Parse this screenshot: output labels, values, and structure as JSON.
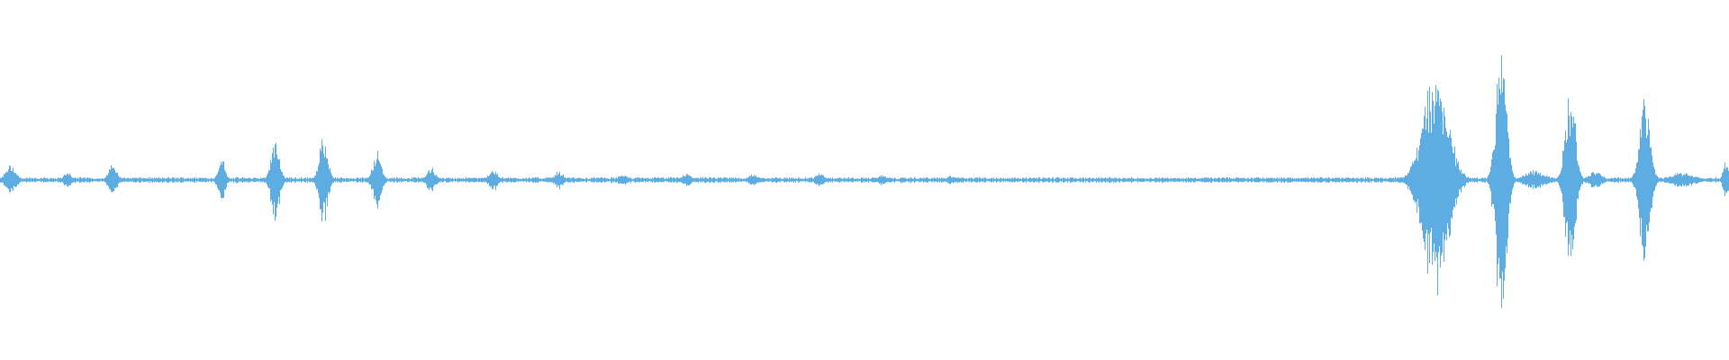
{
  "waveform": {
    "color": "#5dade2",
    "background": "#ffffff",
    "silence_level": 0.01,
    "bursts": [
      {
        "t": 0.0,
        "dur": 0.012,
        "amp": 0.08
      },
      {
        "t": 0.035,
        "dur": 0.008,
        "amp": 0.05
      },
      {
        "t": 0.06,
        "dur": 0.01,
        "amp": 0.08
      },
      {
        "t": 0.124,
        "dur": 0.008,
        "amp": 0.12
      },
      {
        "t": 0.154,
        "dur": 0.01,
        "amp": 0.22
      },
      {
        "t": 0.182,
        "dur": 0.01,
        "amp": 0.24
      },
      {
        "t": 0.213,
        "dur": 0.01,
        "amp": 0.15
      },
      {
        "t": 0.244,
        "dur": 0.01,
        "amp": 0.07
      },
      {
        "t": 0.28,
        "dur": 0.01,
        "amp": 0.06
      },
      {
        "t": 0.318,
        "dur": 0.01,
        "amp": 0.05
      },
      {
        "t": 0.355,
        "dur": 0.01,
        "amp": 0.035
      },
      {
        "t": 0.392,
        "dur": 0.01,
        "amp": 0.035
      },
      {
        "t": 0.43,
        "dur": 0.01,
        "amp": 0.035
      },
      {
        "t": 0.469,
        "dur": 0.01,
        "amp": 0.04
      },
      {
        "t": 0.506,
        "dur": 0.008,
        "amp": 0.03
      },
      {
        "t": 0.545,
        "dur": 0.01,
        "amp": 0.025
      },
      {
        "t": 0.815,
        "dur": 0.03,
        "amp": 0.58
      },
      {
        "t": 0.862,
        "dur": 0.012,
        "amp": 0.78
      },
      {
        "t": 0.875,
        "dur": 0.025,
        "amp": 0.05
      },
      {
        "t": 0.902,
        "dur": 0.012,
        "amp": 0.48
      },
      {
        "t": 0.915,
        "dur": 0.015,
        "amp": 0.05
      },
      {
        "t": 0.945,
        "dur": 0.012,
        "amp": 0.46
      },
      {
        "t": 0.958,
        "dur": 0.03,
        "amp": 0.04
      },
      {
        "t": 0.995,
        "dur": 0.006,
        "amp": 0.12
      }
    ]
  }
}
